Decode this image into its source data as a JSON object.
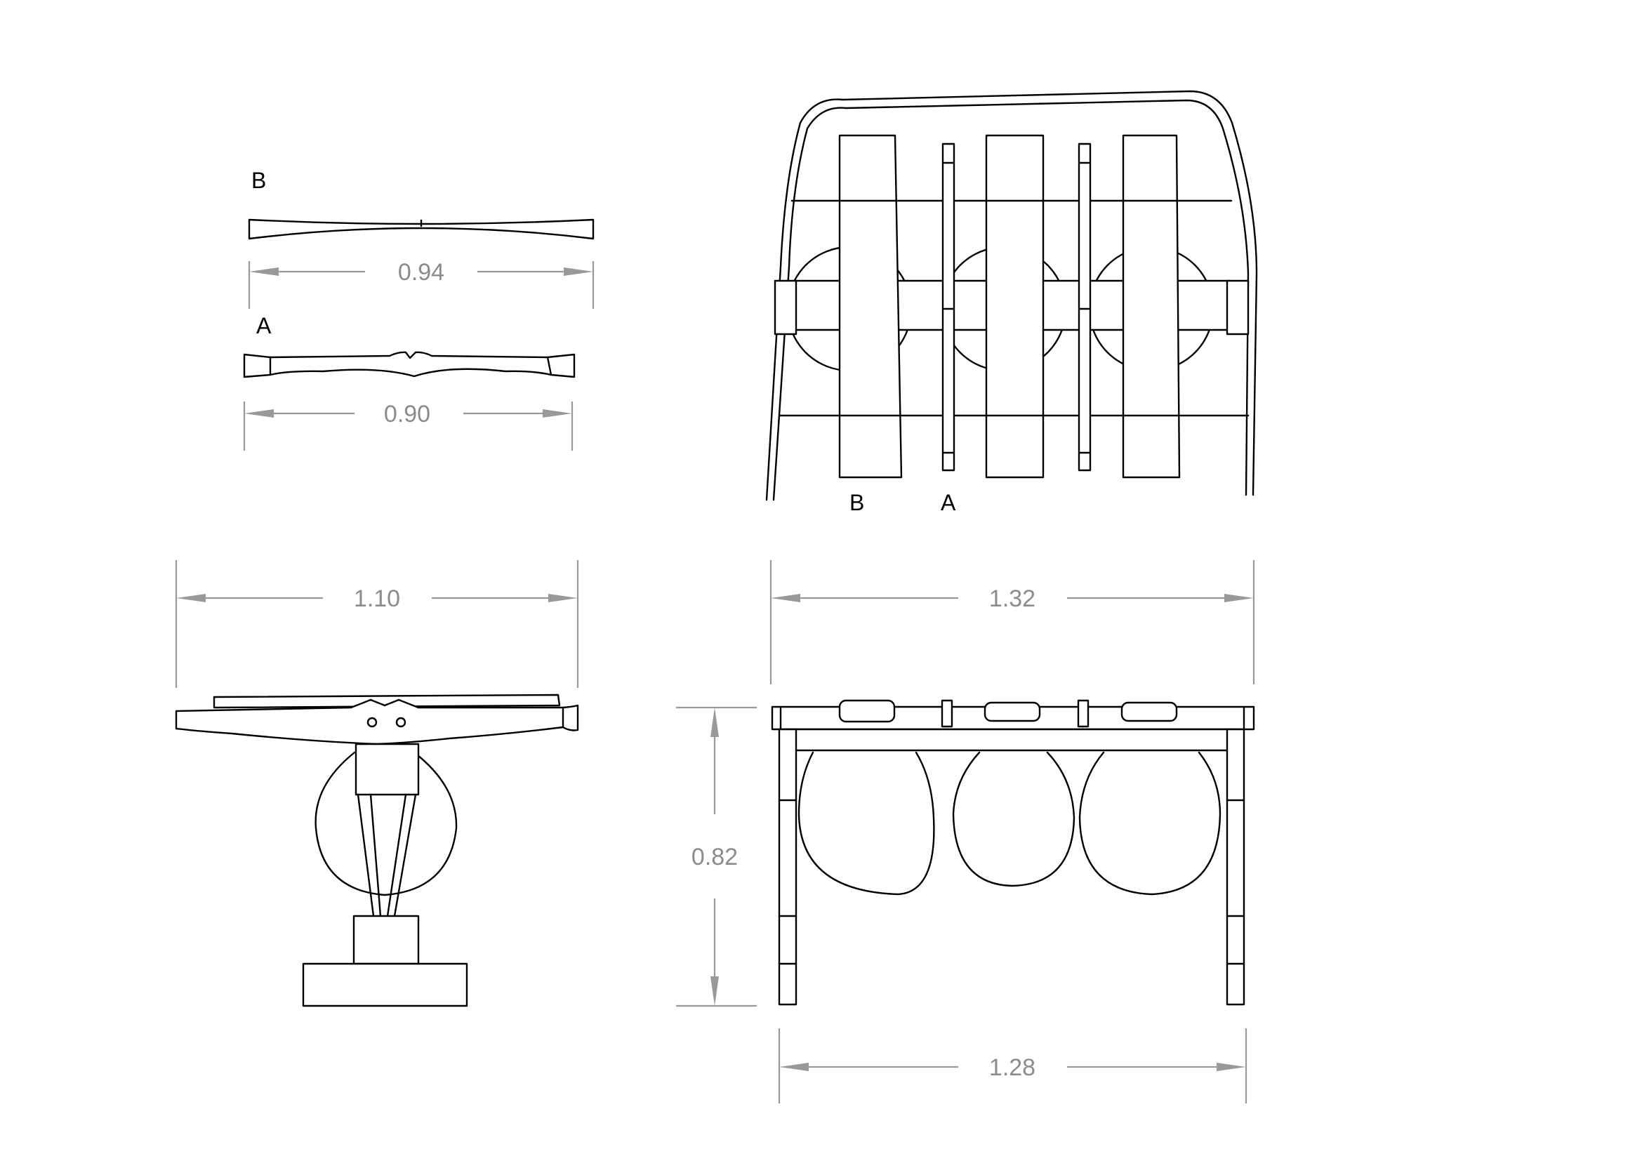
{
  "labels": {
    "part_b_side": "B",
    "part_a_side": "A",
    "part_b_top": "B",
    "part_a_top": "A"
  },
  "dimensions": {
    "part_b_length": "0.94",
    "part_a_length": "0.90",
    "side_view_width": "1.10",
    "top_view_width": "1.32",
    "front_view_height": "0.82",
    "front_view_base_width": "1.28"
  }
}
